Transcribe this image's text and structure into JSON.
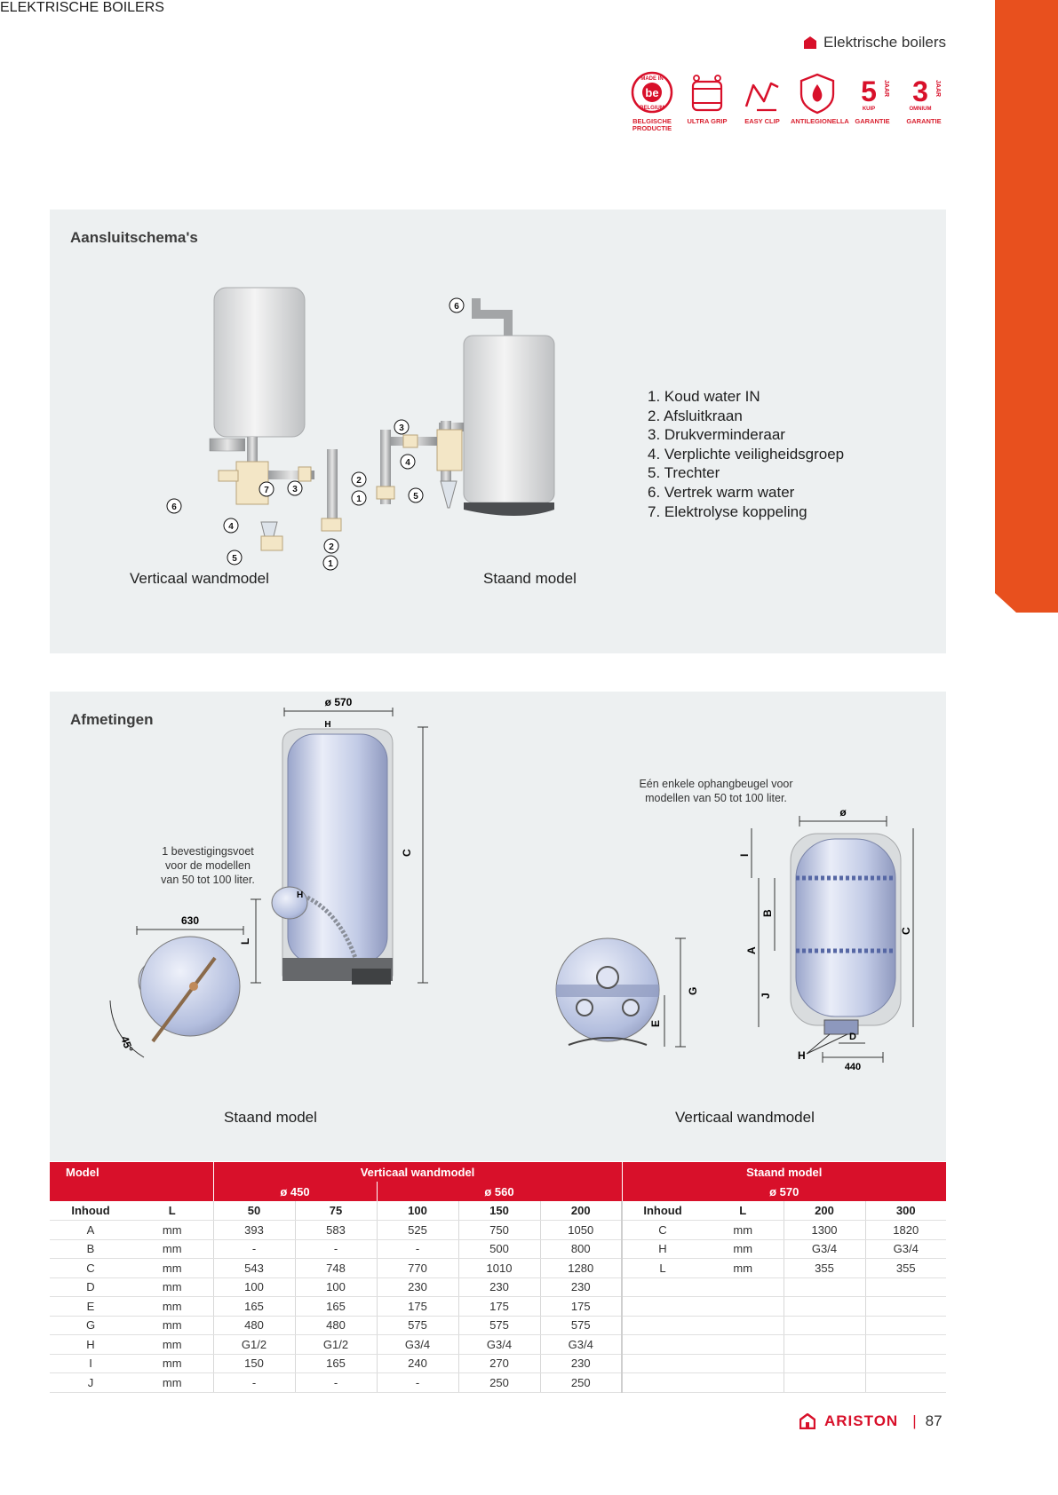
{
  "header": {
    "breadcrumb": "Elektrische boilers",
    "features": [
      {
        "name": "made-in-belgium-icon",
        "icon_text": [
          "MADE IN",
          "be",
          "BELGIUM"
        ],
        "label": [
          "BELGISCHE",
          "PRODUCTIE"
        ]
      },
      {
        "name": "ultra-grip-icon",
        "label": [
          "ULTRA GRIP"
        ]
      },
      {
        "name": "easy-clip-icon",
        "label": [
          "EASY CLIP"
        ]
      },
      {
        "name": "antilegionella-icon",
        "label": [
          "ANTILEGIONELLA"
        ]
      },
      {
        "name": "warranty-5-icon",
        "icon_text": [
          "5",
          "JAAR",
          "KUIP"
        ],
        "label": [
          "GARANTIE"
        ]
      },
      {
        "name": "warranty-3-icon",
        "icon_text": [
          "3",
          "JAAR",
          "OMNIUM"
        ],
        "label": [
          "GARANTIE"
        ]
      }
    ]
  },
  "side_tab": {
    "label": "ELEKTRISCHE BOILERS"
  },
  "connections": {
    "title": "Aansluitschema's",
    "legend": [
      "1.  Koud water IN",
      "2. Afsluitkraan",
      "3. Drukverminderaar",
      "4. Verplichte veiligheidsgroep",
      "5. Trechter",
      "6. Vertrek warm water",
      "7. Elektrolyse koppeling"
    ],
    "caption_wall": "Verticaal wandmodel",
    "caption_standing": "Staand model",
    "callouts": [
      "1",
      "2",
      "3",
      "4",
      "5",
      "6",
      "7"
    ]
  },
  "dimensions": {
    "title": "Afmetingen",
    "note_foot": [
      "1 bevestigingsvoet",
      "voor de modellen",
      "van 50 tot 100 liter."
    ],
    "note_bracket": [
      "Eén enkele ophangbeugel voor",
      "modellen van 50 tot 100 liter."
    ],
    "caption_standing": "Staand model",
    "caption_wall": "Verticaal wandmodel",
    "standing_labels": {
      "diameter": "ø 570",
      "h_top": "H",
      "c": "C",
      "width": "630",
      "angle": "45°",
      "h_side": "H",
      "l": "L"
    },
    "wall_labels": {
      "diameter": "ø",
      "i": "I",
      "a": "A",
      "b": "B",
      "c": "C",
      "j": "J",
      "g": "G",
      "e": "E",
      "d": "D",
      "h": "H",
      "width": "440"
    }
  },
  "table": {
    "model_label": "Model",
    "group_wall": "Verticaal wandmodel",
    "wall_d450": "ø 450",
    "wall_d560": "ø 560",
    "group_standing": "Staand model",
    "standing_d570": "ø 570",
    "sub_headers_wall": [
      "Inhoud",
      "L",
      "50",
      "75",
      "100",
      "150",
      "200"
    ],
    "sub_headers_standing": [
      "Inhoud",
      "L",
      "200",
      "300"
    ],
    "wall_rows": [
      [
        "A",
        "mm",
        "393",
        "583",
        "525",
        "750",
        "1050"
      ],
      [
        "B",
        "mm",
        "-",
        "-",
        "-",
        "500",
        "800"
      ],
      [
        "C",
        "mm",
        "543",
        "748",
        "770",
        "1010",
        "1280"
      ],
      [
        "D",
        "mm",
        "100",
        "100",
        "230",
        "230",
        "230"
      ],
      [
        "E",
        "mm",
        "165",
        "165",
        "175",
        "175",
        "175"
      ],
      [
        "G",
        "mm",
        "480",
        "480",
        "575",
        "575",
        "575"
      ],
      [
        "H",
        "mm",
        "G1/2",
        "G1/2",
        "G3/4",
        "G3/4",
        "G3/4"
      ],
      [
        "I",
        "mm",
        "150",
        "165",
        "240",
        "270",
        "230"
      ],
      [
        "J",
        "mm",
        "-",
        "-",
        "-",
        "250",
        "250"
      ]
    ],
    "standing_rows": [
      [
        "C",
        "mm",
        "1300",
        "1820"
      ],
      [
        "H",
        "mm",
        "G3/4",
        "G3/4"
      ],
      [
        "L",
        "mm",
        "355",
        "355"
      ]
    ]
  },
  "footer": {
    "brand": "ARISTON",
    "separator": "|",
    "page": "87"
  },
  "colors": {
    "accent_red": "#d8102a",
    "tab_orange": "#e8501e",
    "panel_bg": "#edf0f1",
    "tank_blue": "#b9c3e0"
  }
}
